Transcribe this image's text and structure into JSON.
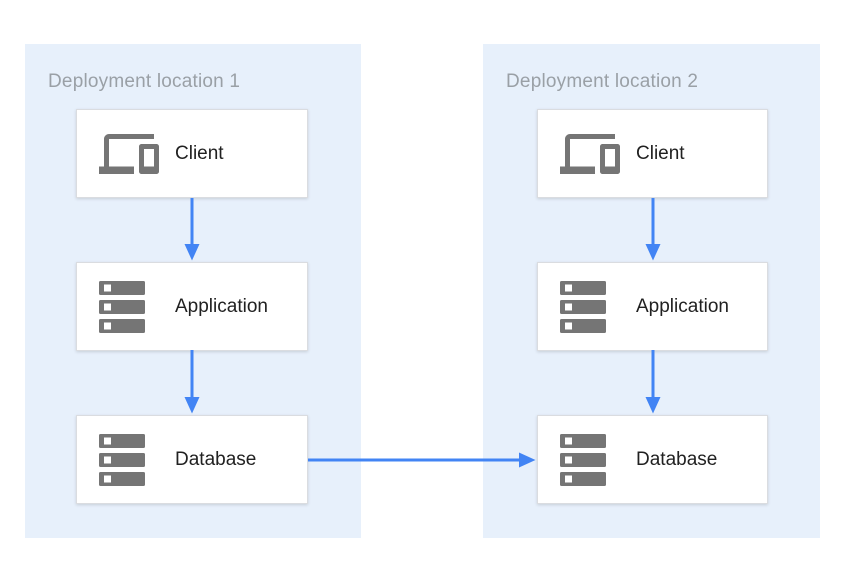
{
  "diagram": {
    "zones": [
      {
        "title": "Deployment location 1",
        "nodes": [
          {
            "label": "Client",
            "icon": "devices-icon"
          },
          {
            "label": "Application",
            "icon": "server-stack-icon"
          },
          {
            "label": "Database",
            "icon": "server-stack-icon"
          }
        ]
      },
      {
        "title": "Deployment location 2",
        "nodes": [
          {
            "label": "Client",
            "icon": "devices-icon"
          },
          {
            "label": "Application",
            "icon": "server-stack-icon"
          },
          {
            "label": "Database",
            "icon": "server-stack-icon"
          }
        ]
      }
    ],
    "arrows": [
      {
        "from": "zone1-client",
        "to": "zone1-application",
        "direction": "down"
      },
      {
        "from": "zone1-application",
        "to": "zone1-database",
        "direction": "down"
      },
      {
        "from": "zone2-client",
        "to": "zone2-application",
        "direction": "down"
      },
      {
        "from": "zone2-application",
        "to": "zone2-database",
        "direction": "down"
      },
      {
        "from": "zone1-database",
        "to": "zone2-database",
        "direction": "right"
      }
    ],
    "colors": {
      "zone_background": "#e7f0fb",
      "arrow_blue": "#4284f4",
      "icon_gray": "#757575",
      "title_gray": "#9aa0a6",
      "label_dark": "#212121",
      "node_border": "#dadce0",
      "node_background": "#ffffff"
    }
  }
}
